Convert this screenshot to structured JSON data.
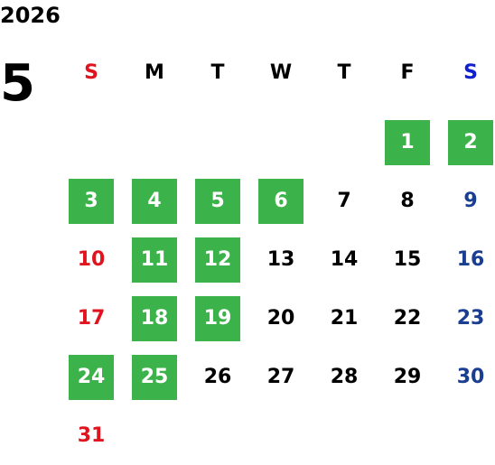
{
  "calendar": {
    "year": "2026",
    "month": "5",
    "weekdays": [
      "S",
      "M",
      "T",
      "W",
      "T",
      "F",
      "S"
    ],
    "start_weekday_index": 5,
    "highlight_color": "#3cb34a",
    "sunday_color": "#e0141e",
    "saturday_color": "#1a3e91",
    "days": [
      {
        "day": "1",
        "highlighted": true
      },
      {
        "day": "2",
        "highlighted": true
      },
      {
        "day": "3",
        "highlighted": true
      },
      {
        "day": "4",
        "highlighted": true
      },
      {
        "day": "5",
        "highlighted": true
      },
      {
        "day": "6",
        "highlighted": true
      },
      {
        "day": "7",
        "highlighted": false
      },
      {
        "day": "8",
        "highlighted": false
      },
      {
        "day": "9",
        "highlighted": false
      },
      {
        "day": "10",
        "highlighted": false
      },
      {
        "day": "11",
        "highlighted": true
      },
      {
        "day": "12",
        "highlighted": true
      },
      {
        "day": "13",
        "highlighted": false
      },
      {
        "day": "14",
        "highlighted": false
      },
      {
        "day": "15",
        "highlighted": false
      },
      {
        "day": "16",
        "highlighted": false
      },
      {
        "day": "17",
        "highlighted": false
      },
      {
        "day": "18",
        "highlighted": true
      },
      {
        "day": "19",
        "highlighted": true
      },
      {
        "day": "20",
        "highlighted": false
      },
      {
        "day": "21",
        "highlighted": false
      },
      {
        "day": "22",
        "highlighted": false
      },
      {
        "day": "23",
        "highlighted": false
      },
      {
        "day": "24",
        "highlighted": true
      },
      {
        "day": "25",
        "highlighted": true
      },
      {
        "day": "26",
        "highlighted": false
      },
      {
        "day": "27",
        "highlighted": false
      },
      {
        "day": "28",
        "highlighted": false
      },
      {
        "day": "29",
        "highlighted": false
      },
      {
        "day": "30",
        "highlighted": false
      },
      {
        "day": "31",
        "highlighted": false
      }
    ]
  }
}
